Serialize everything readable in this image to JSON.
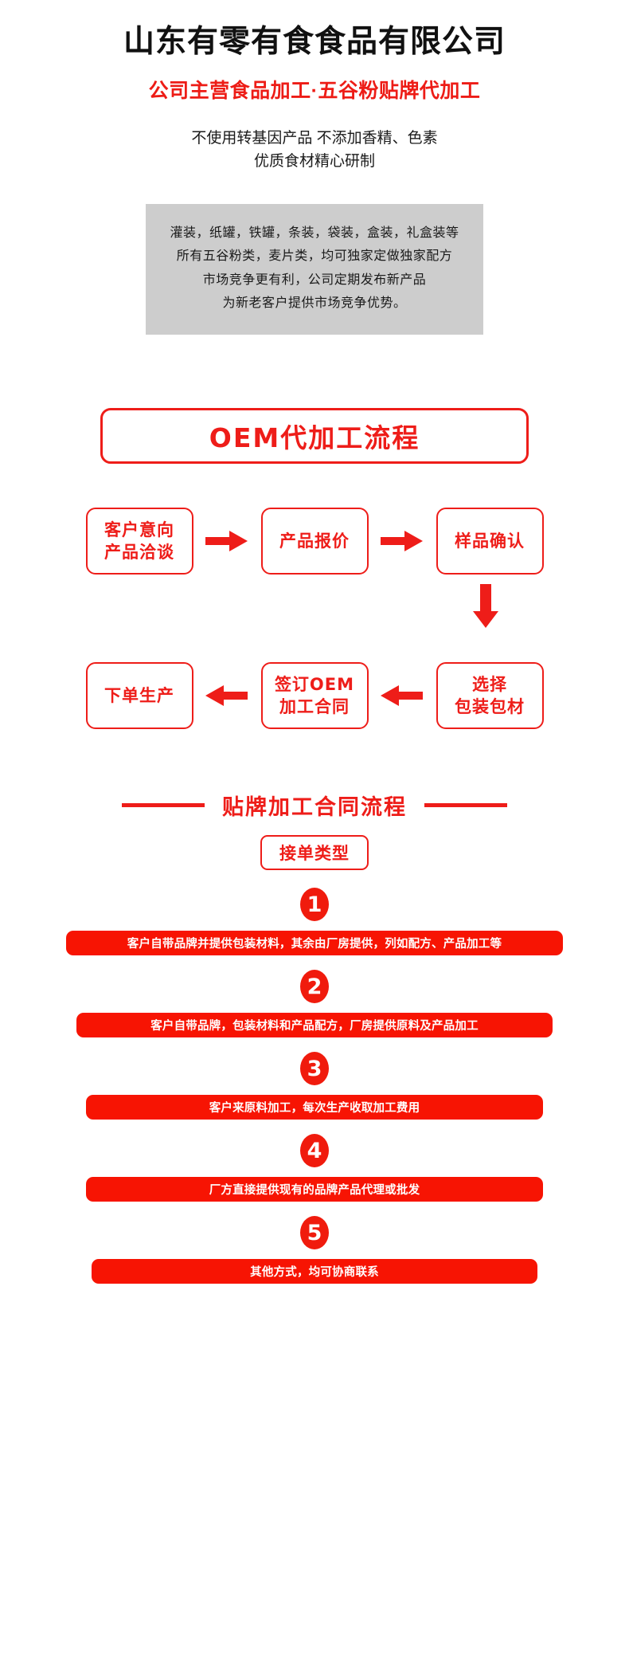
{
  "header": {
    "company_title": "山东有零有食食品有限公司",
    "company_subtitle": "公司主营食品加工·五谷粉贴牌代加工",
    "tagline_line1": "不使用转基因产品 不添加香精、色素",
    "tagline_line2": "优质食材精心研制"
  },
  "info_box": {
    "lines": [
      "灌装，纸罐，铁罐，条装，袋装，盒装，礼盒装等",
      "所有五谷粉类，麦片类，均可独家定做独家配方",
      "市场竞争更有利，公司定期发布新产品",
      "为新老客户提供市场竞争优势。"
    ]
  },
  "oem_banner": {
    "title": "OEM代加工流程"
  },
  "flow": {
    "row1": [
      {
        "line1": "客户意向",
        "line2": "产品洽谈"
      },
      {
        "line1": "产品报价",
        "line2": ""
      },
      {
        "line1": "样品确认",
        "line2": ""
      }
    ],
    "row2": [
      {
        "line1": "下单生产",
        "line2": ""
      },
      {
        "line1": "签订OEM",
        "line2": "加工合同"
      },
      {
        "line1": "选择",
        "line2": "包装包材"
      }
    ],
    "arrow_right_icon": "arrow-right-icon",
    "arrow_left_icon": "arrow-left-icon",
    "arrow_down_icon": "arrow-down-icon"
  },
  "contract": {
    "heading": "贴牌加工合同流程",
    "pill_label": "接单类型",
    "items": [
      {
        "number": "1",
        "text": "客户自带品牌并提供包装材料，其余由厂房提供，列如配方、产品加工等"
      },
      {
        "number": "2",
        "text": "客户自带品牌，包装材料和产品配方，厂房提供原料及产品加工"
      },
      {
        "number": "3",
        "text": "客户来原料加工，每次生产收取加工费用"
      },
      {
        "number": "4",
        "text": "厂方直接提供现有的品牌产品代理或批发"
      },
      {
        "number": "5",
        "text": "其他方式，均可协商联系"
      }
    ]
  },
  "colors": {
    "brand_red": "#ee1d19",
    "bar_red": "#f71403",
    "badge_red": "#f01b0d",
    "info_box_gray": "#cdcdcd",
    "title_black": "#111111"
  }
}
